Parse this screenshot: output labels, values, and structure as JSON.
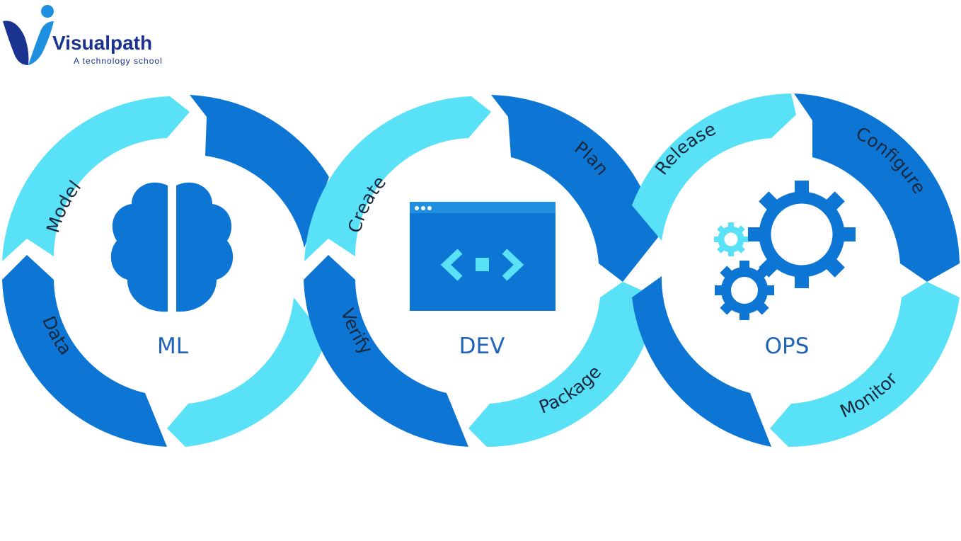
{
  "logo": {
    "name": "Visualpath",
    "tagline": "A technology school"
  },
  "colors": {
    "dark_blue": "#0d76d4",
    "light_blue": "#58e1f7",
    "label_text": "#17283f",
    "center_text": "#1f64b8",
    "brand": "#1b3390"
  },
  "cycles": [
    {
      "center_label": "ML",
      "icon": "brain-icon",
      "stages": [
        "Model",
        "Data"
      ]
    },
    {
      "center_label": "DEV",
      "icon": "code-window-icon",
      "stages": [
        "Create",
        "Plan",
        "Verify",
        "Package"
      ]
    },
    {
      "center_label": "OPS",
      "icon": "gears-icon",
      "stages": [
        "Release",
        "Configure",
        "Monitor"
      ]
    }
  ]
}
